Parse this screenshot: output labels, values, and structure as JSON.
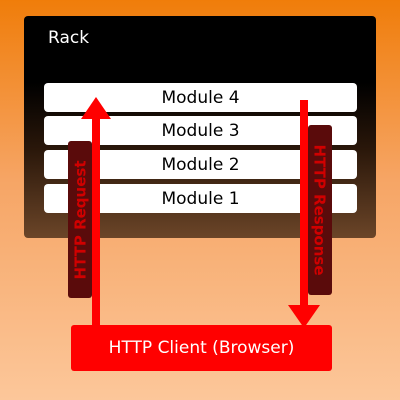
{
  "rack": {
    "title": "Rack"
  },
  "modules": [
    "Module 4",
    "Module 3",
    "Module 2",
    "Module 1"
  ],
  "labels": {
    "request": "HTTP Request",
    "response": "HTTP Response"
  },
  "client": {
    "label": "HTTP Client (Browser)"
  },
  "colors": {
    "background_top": "#f07d0a",
    "rack": "#000000",
    "module": "#ffffff",
    "arrow": "#ff0000",
    "label_bg": "#5a0b0b",
    "label_text": "#d00000",
    "client": "#ff0000"
  }
}
